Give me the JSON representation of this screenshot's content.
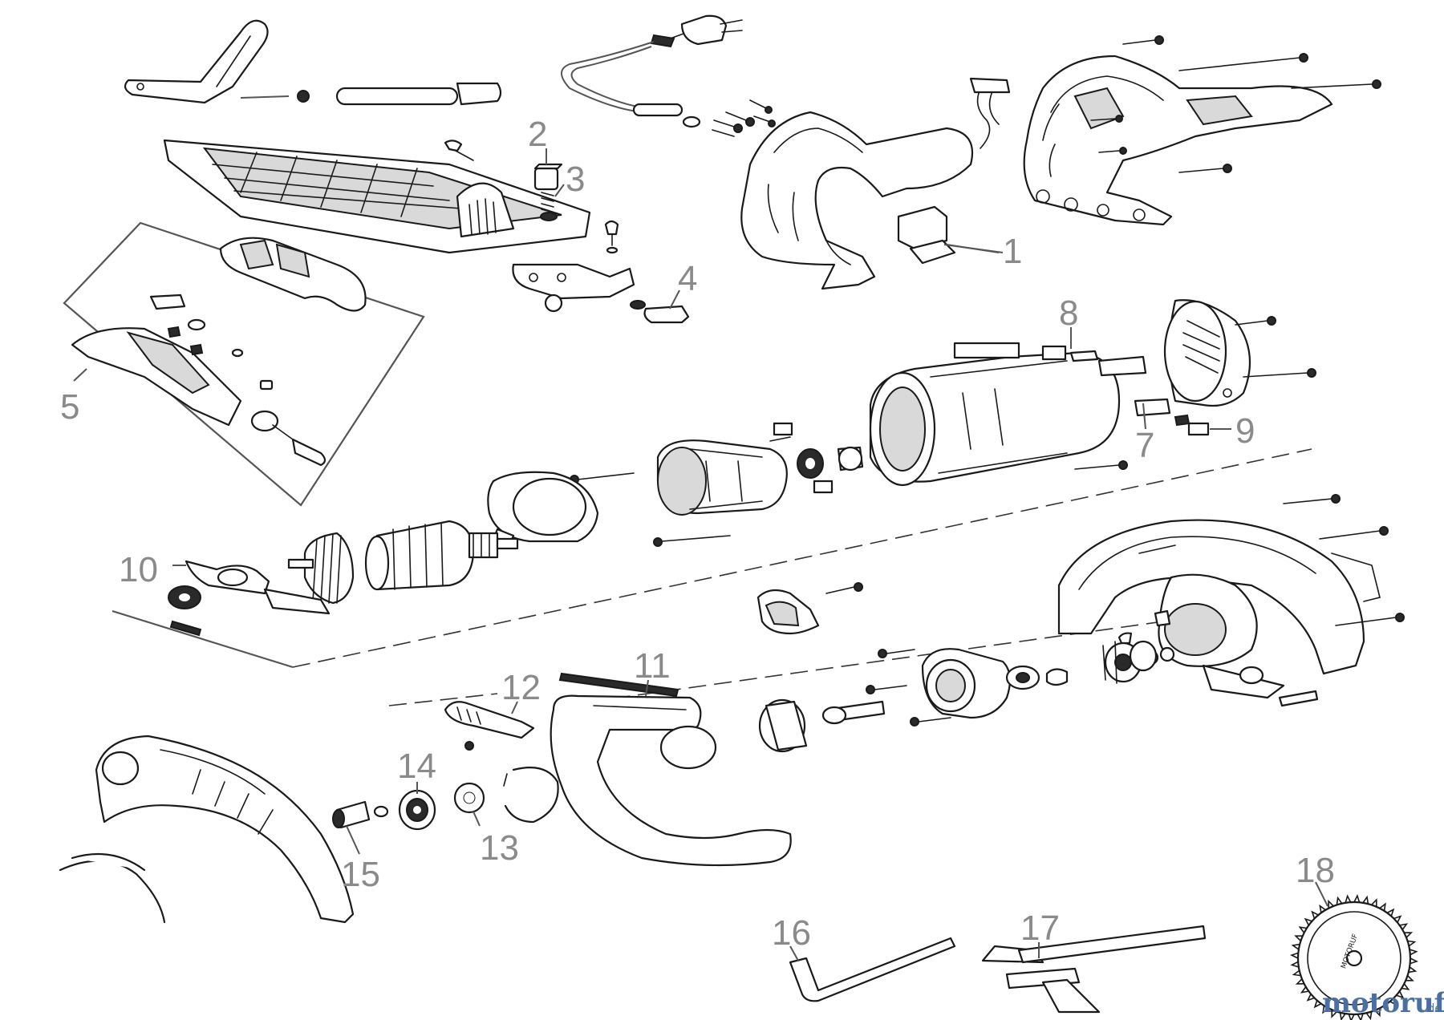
{
  "callouts": [
    {
      "id": "1",
      "text": "1"
    },
    {
      "id": "2",
      "text": "2"
    },
    {
      "id": "3",
      "text": "3"
    },
    {
      "id": "4",
      "text": "4"
    },
    {
      "id": "5",
      "text": "5"
    },
    {
      "id": "7",
      "text": "7"
    },
    {
      "id": "8",
      "text": "8"
    },
    {
      "id": "9",
      "text": "9"
    },
    {
      "id": "10",
      "text": "10"
    },
    {
      "id": "11",
      "text": "11"
    },
    {
      "id": "12",
      "text": "12"
    },
    {
      "id": "13",
      "text": "13"
    },
    {
      "id": "14",
      "text": "14"
    },
    {
      "id": "15",
      "text": "15"
    },
    {
      "id": "16",
      "text": "16"
    },
    {
      "id": "17",
      "text": "17"
    },
    {
      "id": "18",
      "text": "18"
    }
  ],
  "watermark": {
    "brand": "motoruf",
    "suffix": ".de",
    "brand_color": "#4a6fa5",
    "accent_color": "#b8a035"
  },
  "blade_label": "MOTORUF"
}
